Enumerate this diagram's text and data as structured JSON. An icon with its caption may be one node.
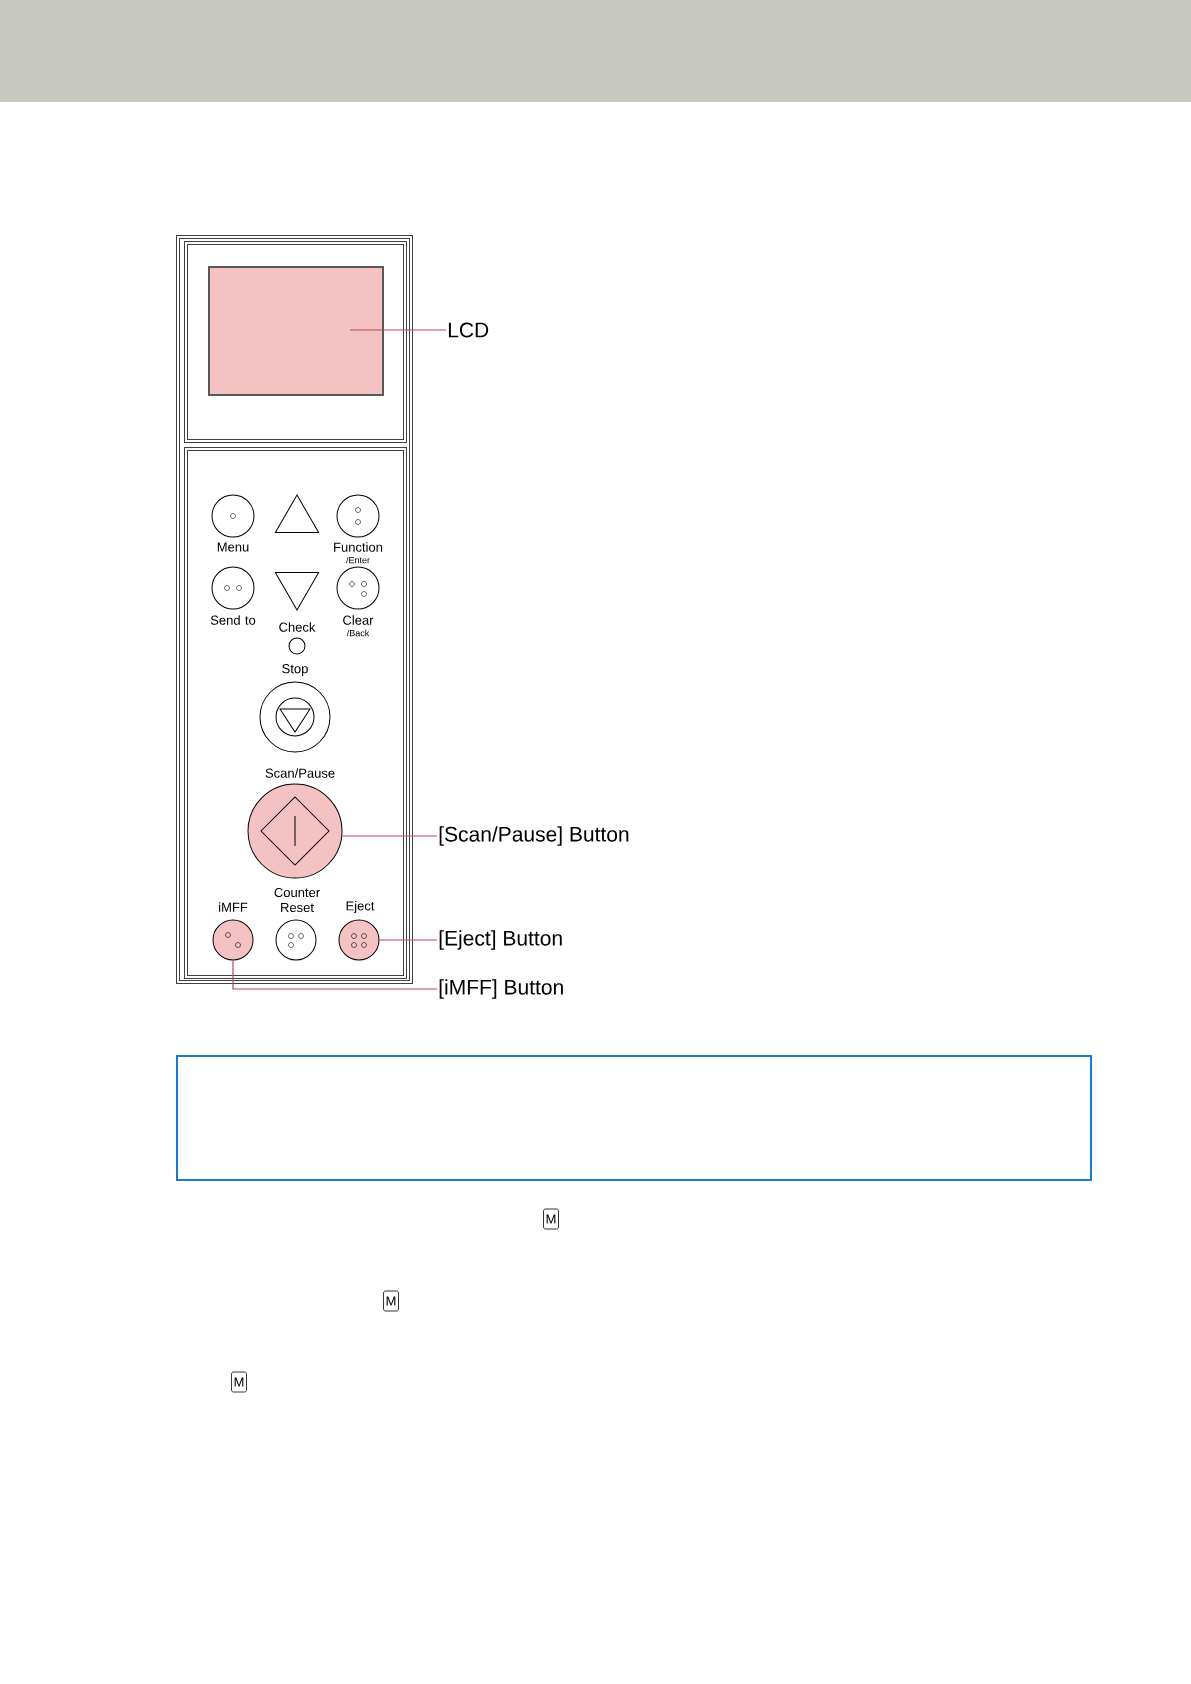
{
  "diagram": {
    "nodes": [
      {
        "text": [],
        "shape": "box"
      },
      {
        "text": [],
        "shape": "box",
        "in": 0
      },
      {
        "text": [],
        "shape": "box",
        "in": 1
      },
      {
        "text": [],
        "shape": "box",
        "in": 0
      },
      {
        "text": [
          "Menu"
        ],
        "in": 3
      },
      {
        "text": [],
        "shape": "triangle",
        "in": 3
      },
      {
        "text": [
          "Function",
          "/Enter"
        ],
        "in": 3
      },
      {
        "text": [
          "Send to"
        ],
        "in": 3
      },
      {
        "text": [],
        "shape": "triangle",
        "in": 3
      },
      {
        "text": [
          "Clear",
          "/Back"
        ],
        "in": 3
      },
      {
        "text": [
          "Check"
        ],
        "in": 3
      },
      {
        "text": [
          "Stop"
        ],
        "in": 3
      },
      {
        "text": [
          "Scan/Pause"
        ],
        "in": 3
      },
      {
        "text": [
          "iMFF"
        ],
        "in": 3
      },
      {
        "text": [
          "Counter Reset"
        ],
        "in": 3
      },
      {
        "text": [
          "Eject"
        ],
        "in": 3
      },
      {
        "text": [
          "LCD"
        ]
      },
      {
        "text": [
          "[Scan/Pause] Button"
        ]
      },
      {
        "text": [
          "[Eject] Button"
        ]
      },
      {
        "text": [
          "[iMFF] Button"
        ]
      }
    ],
    "edges": [
      {
        "from": 16,
        "to": 2,
        "arrow": "none"
      },
      {
        "from": 17,
        "to": 12,
        "arrow": "none"
      },
      {
        "from": 18,
        "to": 15,
        "arrow": "none"
      },
      {
        "from": 19,
        "to": 13,
        "arrow": "none"
      }
    ],
    "labels": [
      "M",
      "M",
      "M"
    ]
  }
}
